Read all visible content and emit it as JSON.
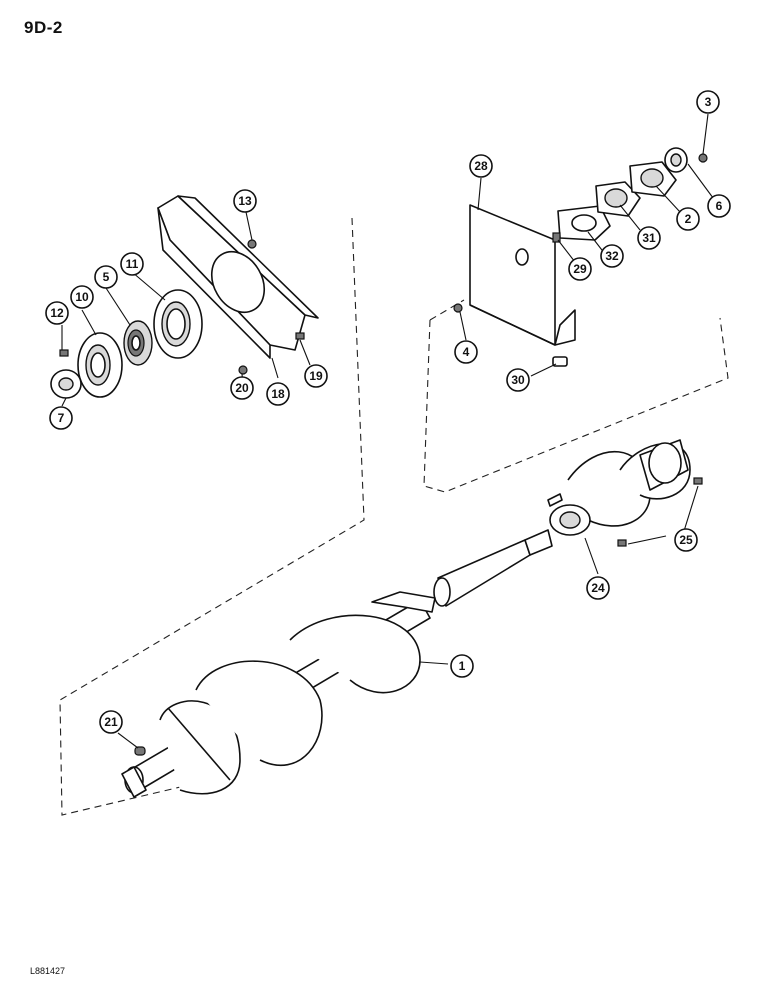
{
  "page_label": "9D-2",
  "reference_code": "L881427",
  "callouts": [
    {
      "id": "1",
      "label": "1"
    },
    {
      "id": "2",
      "label": "2"
    },
    {
      "id": "3",
      "label": "3"
    },
    {
      "id": "4",
      "label": "4"
    },
    {
      "id": "5",
      "label": "5"
    },
    {
      "id": "6",
      "label": "6"
    },
    {
      "id": "7",
      "label": "7"
    },
    {
      "id": "10",
      "label": "10"
    },
    {
      "id": "11",
      "label": "11"
    },
    {
      "id": "12",
      "label": "12"
    },
    {
      "id": "13",
      "label": "13"
    },
    {
      "id": "18",
      "label": "18"
    },
    {
      "id": "19",
      "label": "19"
    },
    {
      "id": "20",
      "label": "20"
    },
    {
      "id": "21",
      "label": "21"
    },
    {
      "id": "24",
      "label": "24"
    },
    {
      "id": "25",
      "label": "25"
    },
    {
      "id": "28",
      "label": "28"
    },
    {
      "id": "29",
      "label": "29"
    },
    {
      "id": "30",
      "label": "30"
    },
    {
      "id": "31",
      "label": "31"
    },
    {
      "id": "32",
      "label": "32"
    }
  ]
}
